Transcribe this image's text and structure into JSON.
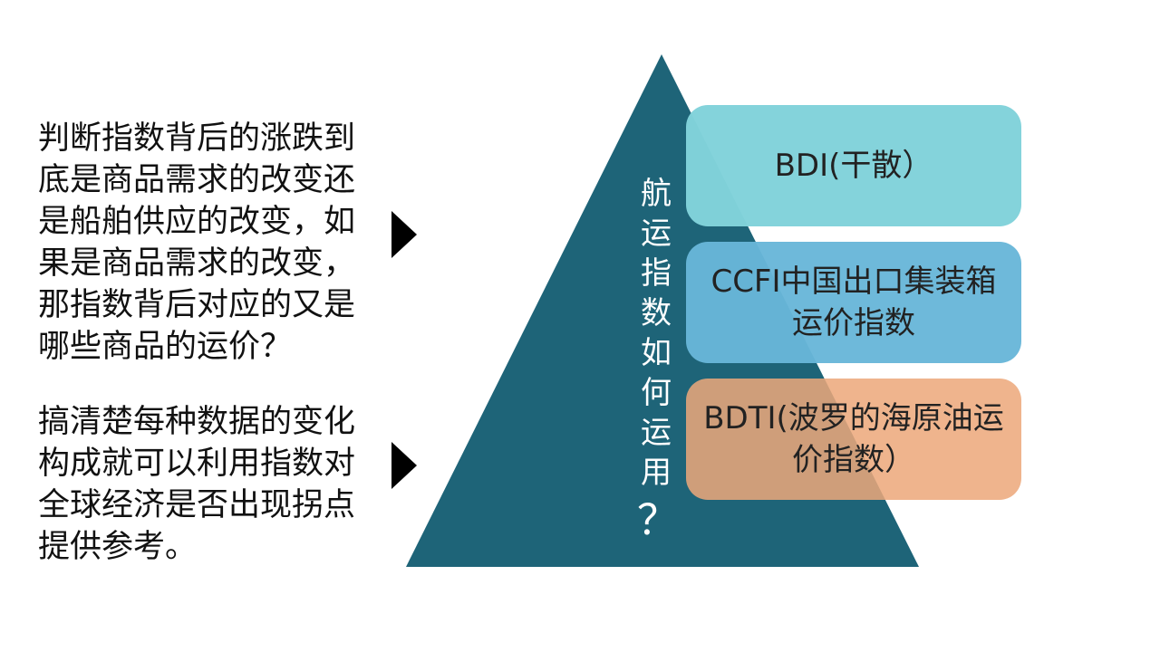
{
  "left_text": {
    "paragraph_1": "判断指数背后的涨跌到底是商品需求的改变还是船舶供应的改变，如果是商品需求的改变，那指数背后对应的又是哪些商品的运价？",
    "paragraph_2": "搞清楚每种数据的变化构成就可以利用指数对全球经济是否出现拐点提供参考。"
  },
  "pyramid": {
    "title": "航运指数如何运用",
    "question_mark": "？",
    "fill_color": "#1e6478"
  },
  "boxes": [
    {
      "label": "BDI(干散）",
      "color": "#82d2da"
    },
    {
      "label": "CCFI中国出口集装箱运价指数",
      "color": "#68b6d8"
    },
    {
      "label": "BDTI(波罗的海原油运价指数）",
      "color": "#eca87a"
    }
  ]
}
